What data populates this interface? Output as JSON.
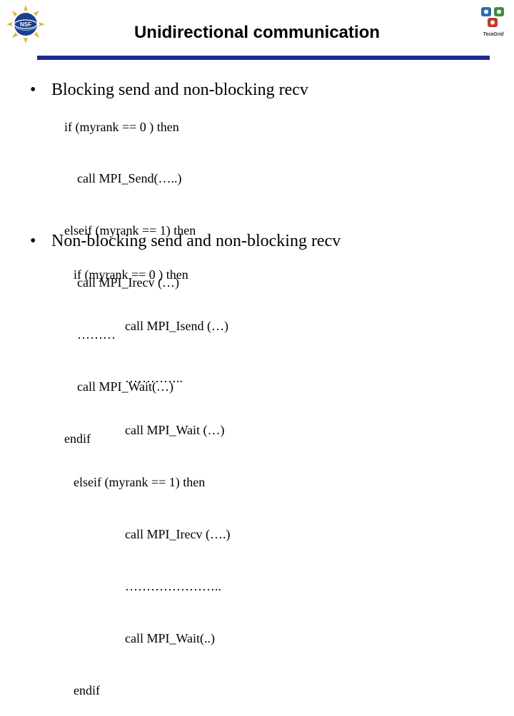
{
  "slide": {
    "title": "Unidirectional communication",
    "logos": {
      "left": "nsf-seal-logo",
      "right": "teragrid-logo",
      "right_caption": "TeraGrid"
    },
    "accent_color": "#1f2a93",
    "bullets": [
      {
        "marker": "•",
        "text": "Blocking send and non-blocking recv",
        "code": [
          "if (myrank == 0 ) then",
          "    call MPI_Send(…..)",
          "elseif (myrank == 1) then",
          "    call MPI_Irecv (…)",
          "    ………",
          "    call MPI_Wait(…)",
          "endif"
        ]
      },
      {
        "marker": "•",
        "text": "Non-blocking send and non-blocking recv",
        "code": [
          "if (myrank == 0 ) then",
          "                call MPI_Isend (…)",
          "                …………..",
          "                call MPI_Wait (…)",
          "elseif (myrank == 1) then",
          "                call MPI_Irecv (….)",
          "                …………………..",
          "                call MPI_Wait(..)",
          "endif"
        ]
      }
    ]
  }
}
